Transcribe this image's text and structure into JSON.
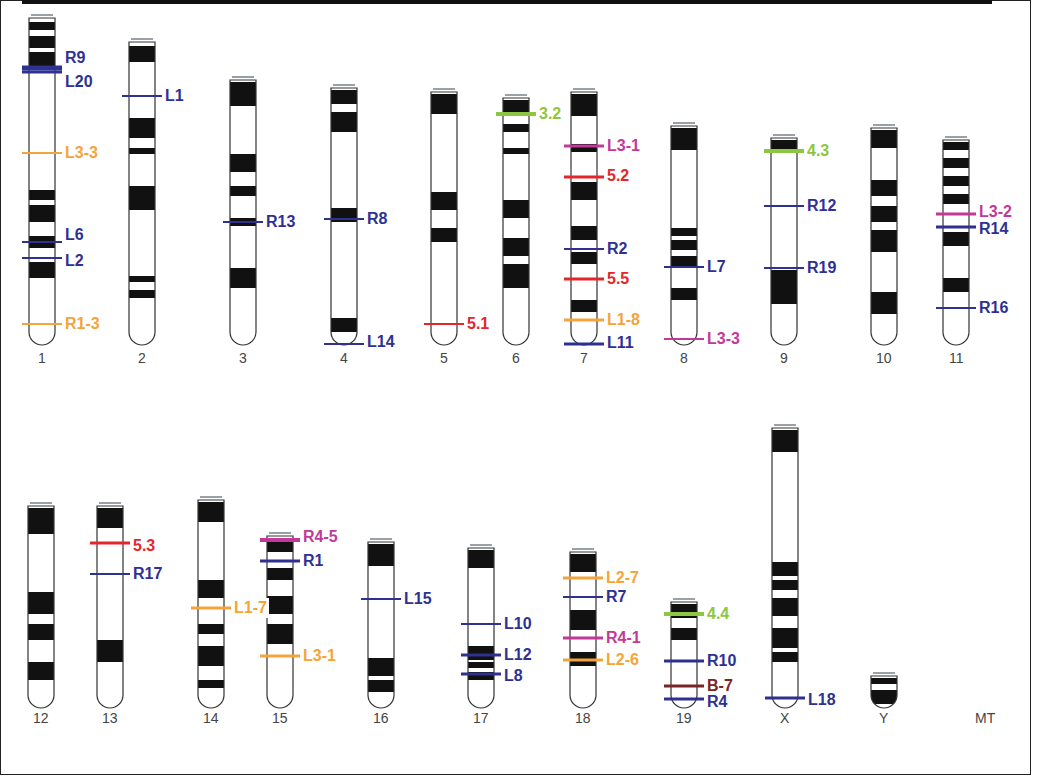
{
  "diagram": {
    "labels": [
      "R9",
      "L20",
      "L3-3",
      "L6",
      "L2",
      "R1-3",
      "1",
      "L1",
      "2",
      "R13",
      "3",
      "R8",
      "L14",
      "4",
      "5.1",
      "5",
      "3.2",
      "6",
      "L3-1",
      "5.2",
      "R2",
      "5.5",
      "L1-8",
      "L11",
      "7",
      "L7",
      "L3-3",
      "8",
      "4.3",
      "R12",
      "R19",
      "9",
      "10",
      "L3-2",
      "R14",
      "R16",
      "11",
      "12",
      "5.3",
      "R17",
      "13",
      "L1-7",
      "14",
      "R4-5",
      "R1",
      "L3-1",
      "15",
      "L15",
      "16",
      "L10",
      "L12",
      "L8",
      "17",
      "L2-7",
      "R7",
      "R4-1",
      "L2-6",
      "18",
      "4.4",
      "R10",
      "B-7",
      "R4",
      "19",
      "L18",
      "X",
      "Y",
      "MT"
    ]
  }
}
